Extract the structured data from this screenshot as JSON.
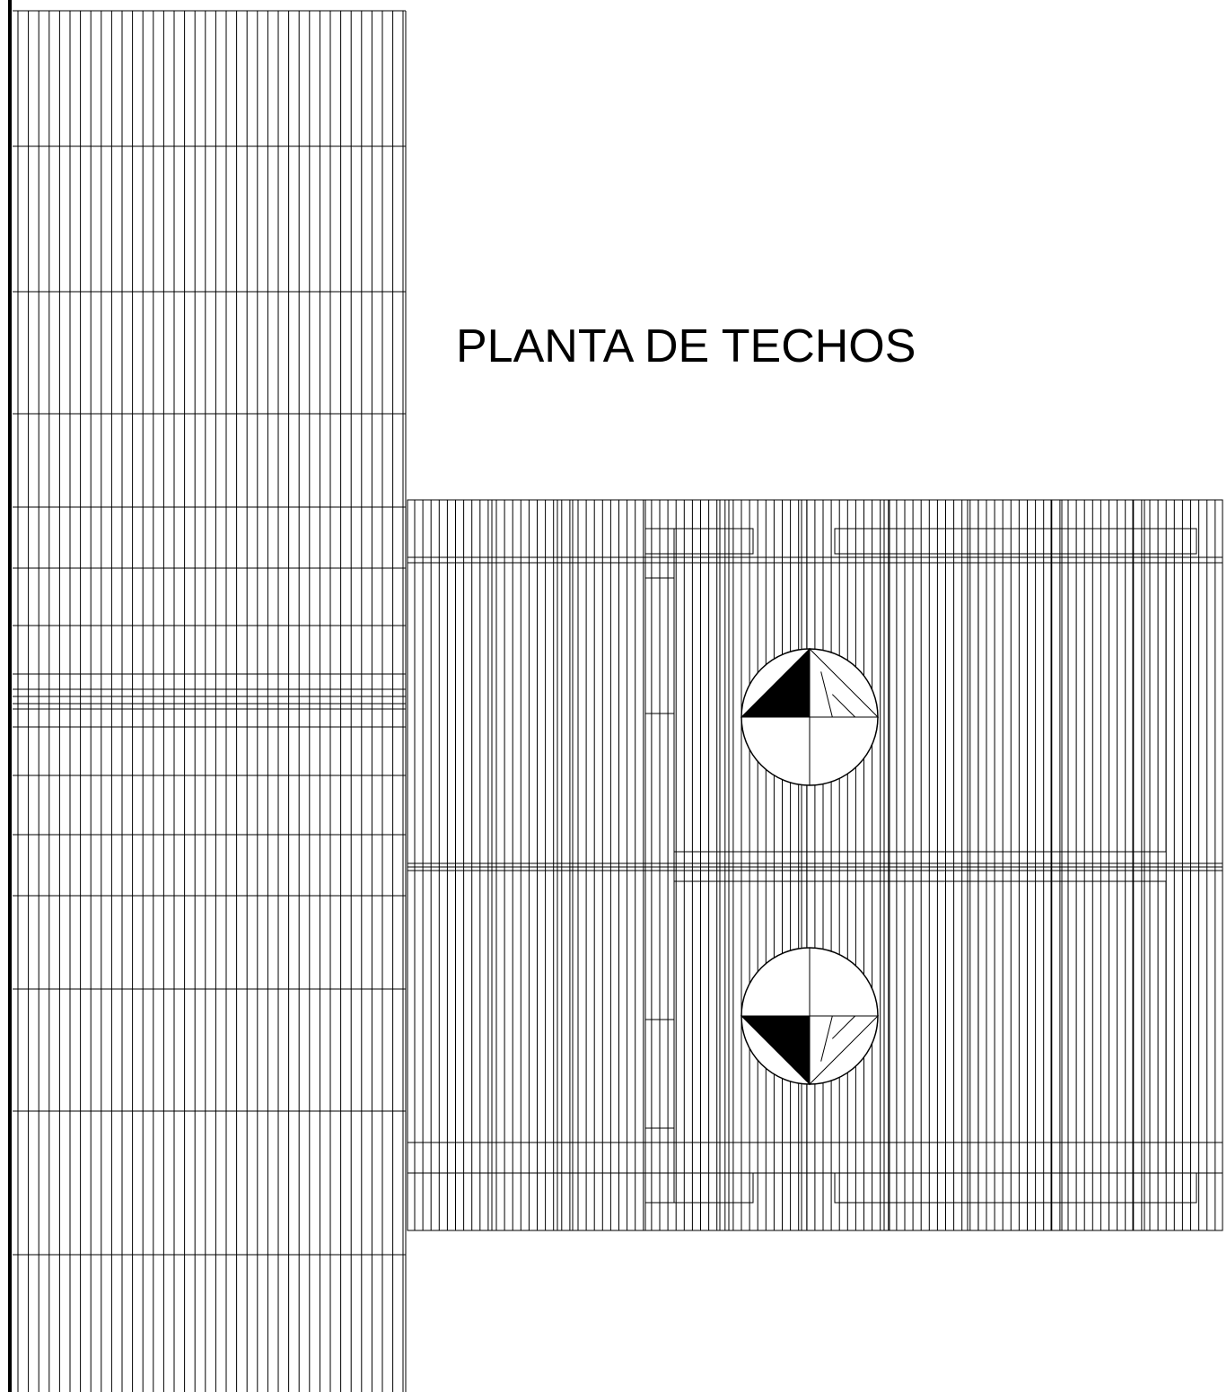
{
  "title": "PLANTA DE TECHOS",
  "colors": {
    "line": "#000000",
    "background": "#ffffff",
    "fill": "#000000"
  },
  "symbols": [
    {
      "name": "level-marker-upper",
      "icon": "level-marker-icon"
    },
    {
      "name": "level-marker-lower",
      "icon": "level-marker-icon"
    }
  ]
}
